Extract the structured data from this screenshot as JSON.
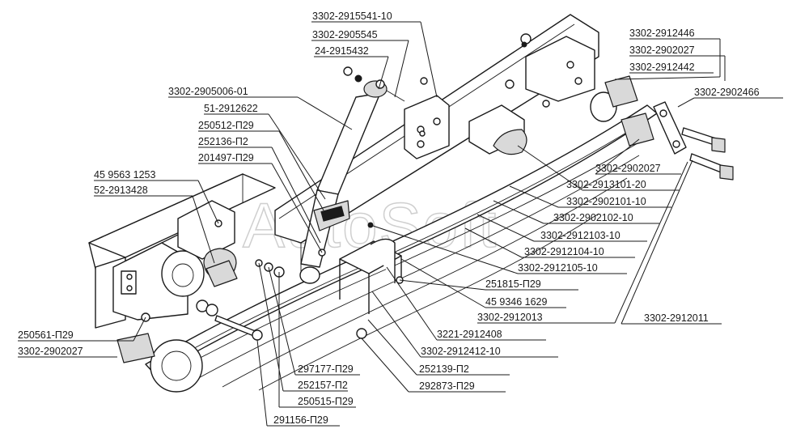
{
  "watermark": "AutoSoft",
  "callouts": [
    {
      "id": "c1",
      "text": "3302-2915541-10"
    },
    {
      "id": "c2",
      "text": "3302-2905545"
    },
    {
      "id": "c3",
      "text": "24-2915432"
    },
    {
      "id": "c4",
      "text": "3302-2905006-01"
    },
    {
      "id": "c5",
      "text": "51-2912622"
    },
    {
      "id": "c6",
      "text": "250512-П29"
    },
    {
      "id": "c7",
      "text": "252136-П2"
    },
    {
      "id": "c8",
      "text": "201497-П29"
    },
    {
      "id": "c9",
      "text": "45 9563 1253"
    },
    {
      "id": "c10",
      "text": "52-2913428"
    },
    {
      "id": "c11",
      "text": "250561-П29"
    },
    {
      "id": "c12",
      "text": "3302-2902027"
    },
    {
      "id": "c13",
      "text": "297177-П29"
    },
    {
      "id": "c14",
      "text": "252157-П2"
    },
    {
      "id": "c15",
      "text": "250515-П29"
    },
    {
      "id": "c16",
      "text": "291156-П29"
    },
    {
      "id": "c17",
      "text": "3302-2912446"
    },
    {
      "id": "c18",
      "text": "3302-2902027"
    },
    {
      "id": "c19",
      "text": "3302-2912442"
    },
    {
      "id": "c20",
      "text": "3302-2902466"
    },
    {
      "id": "c21",
      "text": "3302-2902027"
    },
    {
      "id": "c22",
      "text": "3302-2913101-20"
    },
    {
      "id": "c23",
      "text": "3302-2902101-10"
    },
    {
      "id": "c24",
      "text": "3302-2902102-10"
    },
    {
      "id": "c25",
      "text": "3302-2912103-10"
    },
    {
      "id": "c26",
      "text": "3302-2912104-10"
    },
    {
      "id": "c27",
      "text": "3302-2912105-10"
    },
    {
      "id": "c28",
      "text": "251815-П29"
    },
    {
      "id": "c29",
      "text": "45 9346 1629"
    },
    {
      "id": "c30",
      "text": "3302-2912013"
    },
    {
      "id": "c31",
      "text": "3302-2912011"
    },
    {
      "id": "c32",
      "text": "3221-2912408"
    },
    {
      "id": "c33",
      "text": "3302-2912412-10"
    },
    {
      "id": "c34",
      "text": "252139-П2"
    },
    {
      "id": "c35",
      "text": "292873-П29"
    }
  ]
}
